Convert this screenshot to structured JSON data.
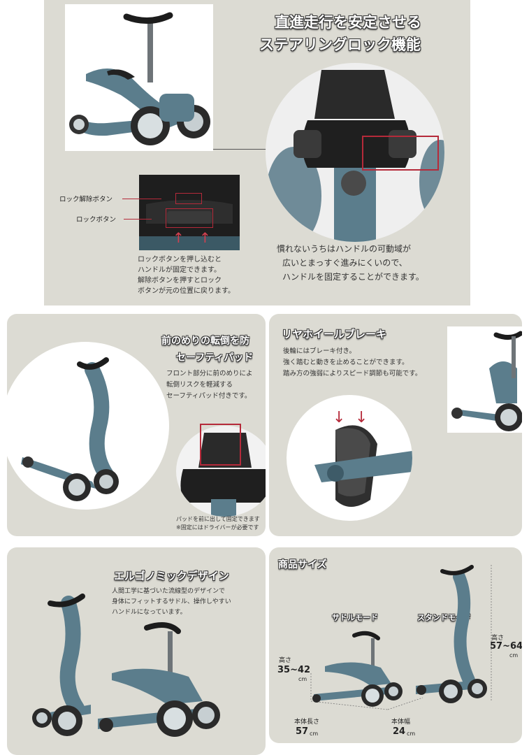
{
  "steering_lock": {
    "title_line1": "直進走行を安定させる",
    "title_line2": "ステアリングロック機能",
    "callout_release": "ロック解除ボタン",
    "callout_lock": "ロックボタン",
    "caption_lines": [
      "ロックボタンを押し込むと",
      "ハンドルが固定できます。",
      "解除ボタンを押すとロック",
      "ボタンが元の位置に戻ります。"
    ],
    "desc_lines": [
      "慣れないうちはハンドルの可動域が",
      "広いとまっすぐ進みにくいので、",
      "ハンドルを固定することができます。"
    ]
  },
  "safety_pad": {
    "title_line1": "前のめりの転倒を防",
    "title_line2": "セーフティパッド",
    "desc_lines": [
      "フロント部分に前のめりによ",
      "転倒リスクを軽減する",
      "セーフティパッド付きです。"
    ],
    "note_lines": [
      "パッドを前に出して固定できます",
      "※固定にはドライバーが必要です"
    ]
  },
  "rear_brake": {
    "title": "リヤホイールブレーキ",
    "desc_lines": [
      "後輪にはブレーキ付き。",
      "強く踏むと動きを止めることができます。",
      "踏み方の強弱によりスピード調節も可能です。"
    ]
  },
  "ergonomic": {
    "title": "エルゴノミックデザイン",
    "desc_lines": [
      "人間工学に基づいた流線型のデザインで",
      "身体にフィットするサドル、操作しやすい",
      "ハンドルになっています。"
    ]
  },
  "sizes": {
    "title": "商品サイズ",
    "saddle_mode": "サドルモード",
    "stand_mode": "スタンドモード",
    "height_label": "高さ",
    "saddle_height": "35~42",
    "stand_height": "57~64",
    "unit": "cm",
    "length_label": "本体長さ",
    "length_value": "57",
    "width_label": "本体幅",
    "width_value": "24"
  },
  "colors": {
    "panel": "#dcdbd3",
    "scooter_blue": "#5b7d8c",
    "highlight_red": "#b52a3a"
  }
}
